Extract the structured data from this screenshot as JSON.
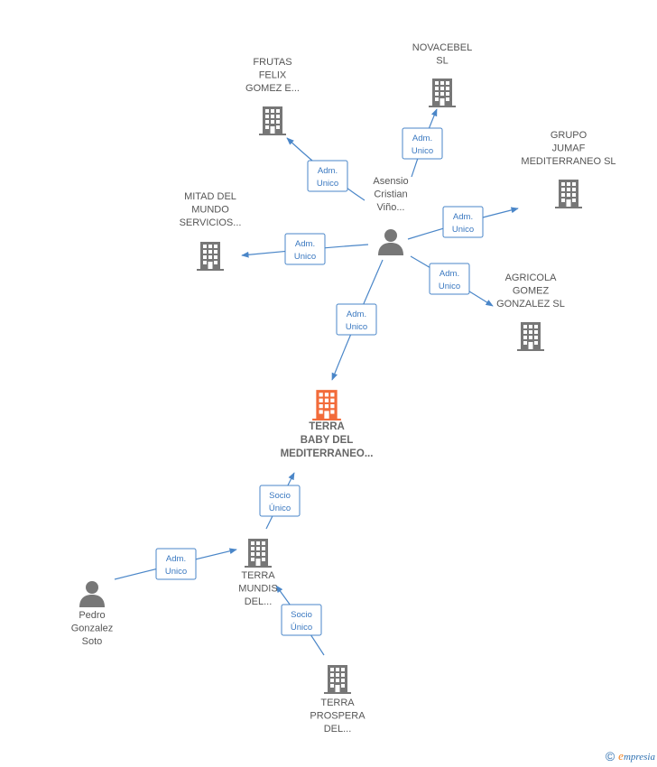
{
  "diagram": {
    "colors": {
      "edge": "#4a86c8",
      "company": "#777777",
      "focus": "#f26b3a",
      "person": "#777777"
    },
    "nodes": [
      {
        "id": "asensio",
        "kind": "person",
        "icon": "person-icon",
        "lines": [
          "Asensio",
          "Cristian",
          "Viño..."
        ]
      },
      {
        "id": "frutas",
        "kind": "company",
        "icon": "building-icon",
        "lines": [
          "FRUTAS",
          "FELIX",
          "GOMEZ E..."
        ]
      },
      {
        "id": "novacebel",
        "kind": "company",
        "icon": "building-icon",
        "lines": [
          "NOVACEBEL",
          "SL"
        ]
      },
      {
        "id": "jumaf",
        "kind": "company",
        "icon": "building-icon",
        "lines": [
          "GRUPO",
          "JUMAF",
          "MEDITERRANEO SL"
        ]
      },
      {
        "id": "mitad",
        "kind": "company",
        "icon": "building-icon",
        "lines": [
          "MITAD DEL",
          "MUNDO",
          "SERVICIOS..."
        ]
      },
      {
        "id": "agricola",
        "kind": "company",
        "icon": "building-icon",
        "lines": [
          "AGRICOLA",
          "GOMEZ",
          "GONZALEZ  SL"
        ]
      },
      {
        "id": "terrababy",
        "kind": "focus",
        "icon": "building-icon",
        "lines": [
          "TERRA",
          "BABY DEL",
          "MEDITERRANEO..."
        ]
      },
      {
        "id": "mundis",
        "kind": "company",
        "icon": "building-icon",
        "lines": [
          "TERRA",
          "MUNDIS",
          "DEL..."
        ]
      },
      {
        "id": "pedro",
        "kind": "person",
        "icon": "person-icon",
        "lines": [
          "Pedro",
          "Gonzalez",
          "Soto"
        ]
      },
      {
        "id": "prospera",
        "kind": "company",
        "icon": "building-icon",
        "lines": [
          "TERRA",
          "PROSPERA",
          "DEL..."
        ]
      }
    ],
    "edges": [
      {
        "from": "asensio",
        "to": "frutas",
        "label": [
          "Adm.",
          "Unico"
        ]
      },
      {
        "from": "asensio",
        "to": "novacebel",
        "label": [
          "Adm.",
          "Unico"
        ]
      },
      {
        "from": "asensio",
        "to": "jumaf",
        "label": [
          "Adm.",
          "Unico"
        ]
      },
      {
        "from": "asensio",
        "to": "mitad",
        "label": [
          "Adm.",
          "Unico"
        ]
      },
      {
        "from": "asensio",
        "to": "agricola",
        "label": [
          "Adm.",
          "Unico"
        ]
      },
      {
        "from": "asensio",
        "to": "terrababy",
        "label": [
          "Adm.",
          "Unico"
        ]
      },
      {
        "from": "mundis",
        "to": "terrababy",
        "label": [
          "Socio",
          "Único"
        ]
      },
      {
        "from": "pedro",
        "to": "mundis",
        "label": [
          "Adm.",
          "Unico"
        ]
      },
      {
        "from": "prospera",
        "to": "mundis",
        "label": [
          "Socio",
          "Único"
        ]
      }
    ]
  },
  "footer": {
    "copyright": "©",
    "brand_initial": "e",
    "brand_rest": "mpresia"
  }
}
